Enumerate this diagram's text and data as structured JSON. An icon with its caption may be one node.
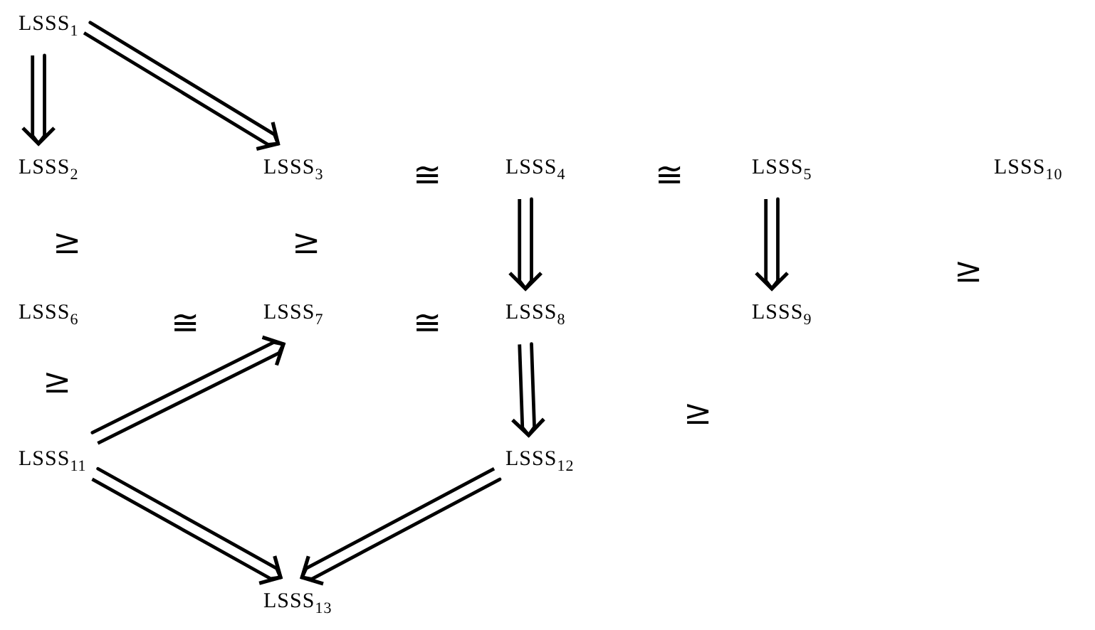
{
  "diagram": {
    "nodes": [
      {
        "text": [
          "LSSS$_{1}$"
        ]
      },
      {
        "text": [
          "LSSS$_{2}$"
        ]
      },
      {
        "text": [
          "LSSS$_{3}$"
        ]
      },
      {
        "text": [
          "LSSS$_{4}$"
        ]
      },
      {
        "text": [
          "LSSS$_{5}$"
        ]
      },
      {
        "text": [
          "LSSS$_{10}$"
        ]
      },
      {
        "text": [
          "LSSS$_{6}$"
        ]
      },
      {
        "text": [
          "LSSS$_{7}$"
        ]
      },
      {
        "text": [
          "LSSS$_{8}$"
        ]
      },
      {
        "text": [
          "LSSS$_{9}$"
        ]
      },
      {
        "text": [
          "LSSS$_{11}$"
        ]
      },
      {
        "text": [
          "LSSS$_{12}$"
        ]
      },
      {
        "text": [
          "LSSS$_{13}$"
        ]
      }
    ],
    "edges": [
      {
        "from": 0,
        "to": 1,
        "arrow": "to"
      },
      {
        "from": 0,
        "to": 2,
        "arrow": "to"
      },
      {
        "from": 3,
        "to": 8,
        "arrow": "to"
      },
      {
        "from": 4,
        "to": 9,
        "arrow": "to"
      },
      {
        "from": 8,
        "to": 11,
        "arrow": "to"
      },
      {
        "from": 10,
        "to": 7,
        "arrow": "to"
      },
      {
        "from": 10,
        "to": 12,
        "arrow": "to"
      },
      {
        "from": 11,
        "to": 12,
        "arrow": "to"
      }
    ],
    "labels": [
      "≅",
      "≅",
      "≥",
      "≥",
      "≥",
      "≅",
      "≅",
      "≥",
      "≥"
    ]
  }
}
